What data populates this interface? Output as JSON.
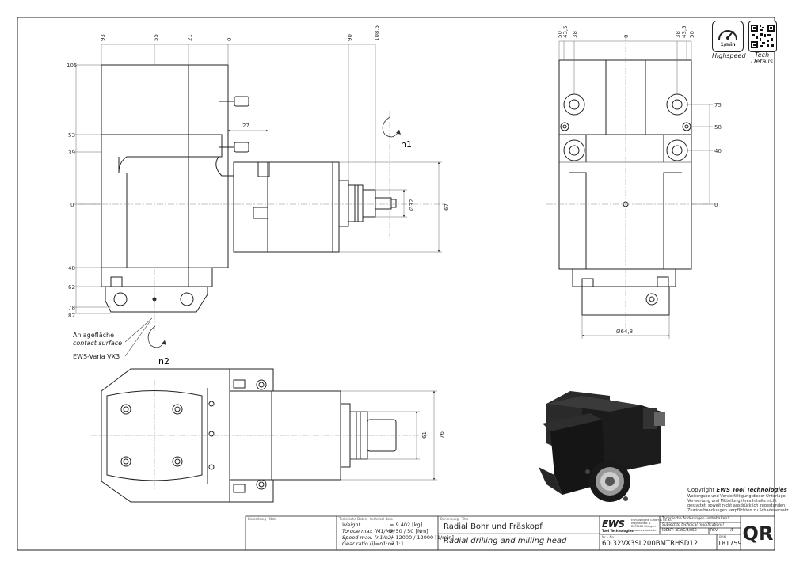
{
  "top_view": {
    "dims_top": [
      "93",
      "55",
      "21",
      "0",
      "90",
      "108,5"
    ],
    "dims_left": [
      "105",
      "53",
      "39",
      "0",
      "48",
      "62",
      "78",
      "82"
    ],
    "dim_27": "27",
    "dim_d32": "Ø32",
    "dim_67": "67",
    "rot_n1": "n1",
    "rot_n2": "n2",
    "label_contact_de": "Anlagefläche",
    "label_contact_en": "contact surface",
    "label_varia": "EWS-Varia VX3"
  },
  "side_view": {
    "dims_top": [
      "50",
      "43,5",
      "38",
      "0",
      "38",
      "43,5",
      "50"
    ],
    "dims_right": [
      "75",
      "58",
      "40",
      "0"
    ],
    "dim_d648": "Ø64,8"
  },
  "bottom_view": {
    "dim_61": "61",
    "dim_76": "76"
  },
  "badges": {
    "highspeed_value": "1/min",
    "highspeed_label": "Highspeed",
    "tech_label_1": "Tech",
    "tech_label_2": "Details"
  },
  "copyright": {
    "title_prefix": "Copyright ",
    "title_brand": "EWS Tool Technologies",
    "lines": [
      "Weitergabe und Vervielfältigung dieser Unterlage,",
      "Verwertung und Mitteilung ihres Inhalts nicht",
      "gestattet, soweit nicht ausdrücklich zugestanden.",
      "Zuwiderhandlungen verpflichten zu Schadenersatz."
    ]
  },
  "title_block": {
    "remark_header": "Bemerkung - Note",
    "techdata_header": "Technische Daten - technical data",
    "specs": [
      {
        "label": "Weight",
        "value": "=  9.402 [kg]"
      },
      {
        "label": "Torque max (M1/M2)",
        "value": "=  50 / 50 [Nm]"
      },
      {
        "label": "Speed max. (n1/n2)",
        "value": "=  12000 / 12000 [1/min]"
      },
      {
        "label": "Gear ratio (i)=n1:n2",
        "value": "=  1:1"
      }
    ],
    "designation_header": "Benennung - Title",
    "title_de": "Radial Bohr und Fräskopf",
    "title_en": "Radial drilling and milling head",
    "logo_text": "EWS",
    "logo_sub": "Tool Technologies",
    "company_lines": [
      "EWS Weigele GmbH & Co. KG",
      "Maybachstr. 1",
      "D-73084 Uhingen",
      "www.ews-tools.de"
    ],
    "change_note_de": "Technische Änderungen vorbehalten!",
    "change_note_en": "Subject to technical modifications!",
    "ident_label": "IDENT",
    "ident_value": "IDENT: 3EWS/4/853",
    "rev_label": "REV.",
    "rev_value": "/E",
    "no_header": "Nr. - No.",
    "article_no": "60.32VX3SL200BMTRHSD12",
    "pdm_header": "PDM",
    "pdm_no": "181759",
    "qr_label": "QR"
  }
}
